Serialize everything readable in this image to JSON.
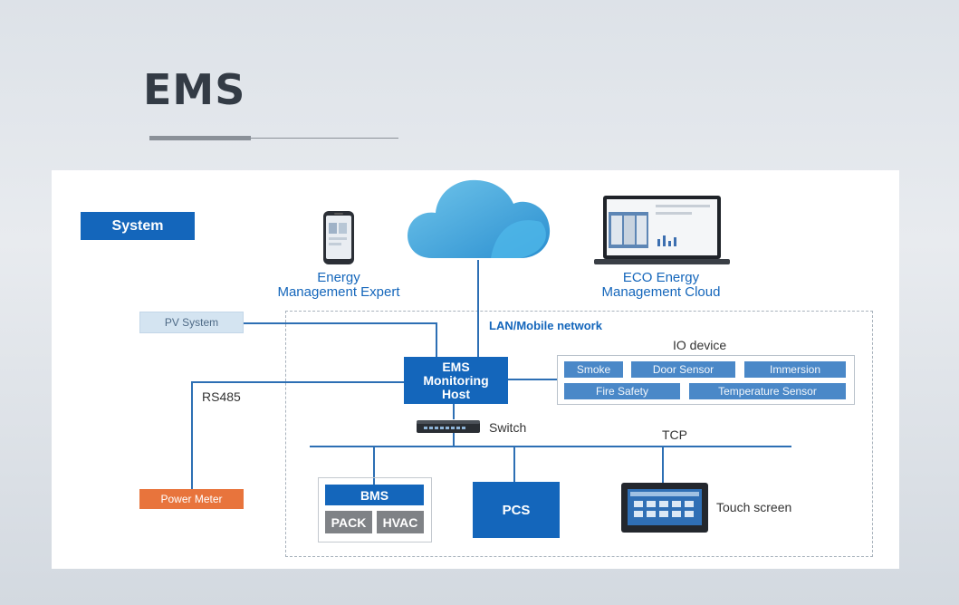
{
  "header": {
    "title": "EMS"
  },
  "diagram": {
    "system_label": "System",
    "energy_expert": [
      "Energy",
      "Management Expert"
    ],
    "eco_cloud": [
      "ECO Energy",
      "Management Cloud"
    ],
    "lan_label": "LAN/Mobile network",
    "pv_system": "PV System",
    "rs485": "RS485",
    "ems_host": [
      "EMS",
      "Monitoring",
      "Host"
    ],
    "io_device": "IO device",
    "io_items": [
      "Smoke",
      "Door Sensor",
      "Immersion",
      "Fire Safety",
      "Temperature Sensor"
    ],
    "switch": "Switch",
    "tcp": "TCP",
    "bms": "BMS",
    "pack": "PACK",
    "hvac": "HVAC",
    "pcs": "PCS",
    "touch_screen": "Touch screen",
    "power_meter": "Power Meter",
    "colors": {
      "primary_blue": "#1466bb",
      "light_blue": "#4a88c8",
      "orange": "#e8743c",
      "pv_bg": "#d4e4f1",
      "gray": "#7f8286"
    }
  }
}
